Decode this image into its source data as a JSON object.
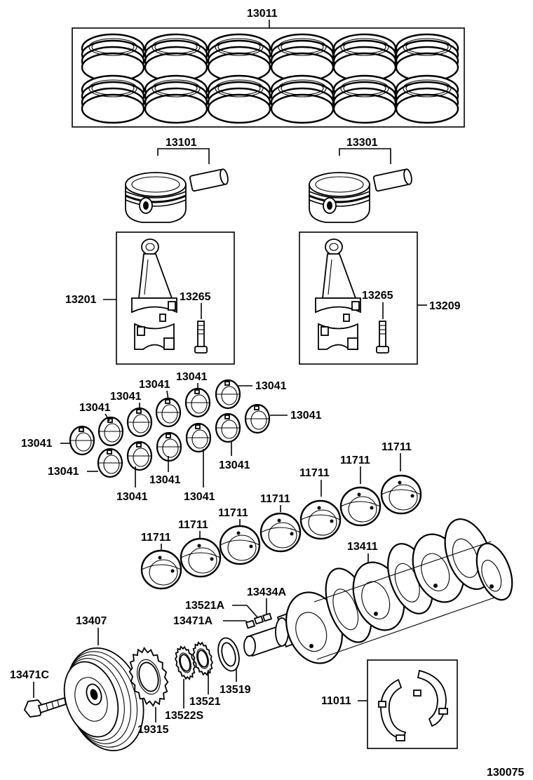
{
  "labels": {
    "piston_ring_set": "13011",
    "piston_left": "13101",
    "piston_right": "13301",
    "conrod_left": "13201",
    "conrod_right": "13209",
    "conrod_bolt_left": "13265",
    "conrod_bolt_right": "13265",
    "conrod_bearing": "13041",
    "main_bearing": "11711",
    "crankshaft": "13411",
    "key_a": "13434A",
    "key_b": "13521A",
    "key_c": "13471A",
    "pulley": "13407",
    "pulley_bolt": "13471C",
    "timing_gear": "19315",
    "gear_b": "13522S",
    "gear_c": "13521",
    "oil_slinger": "13519",
    "thrust_washer": "11011",
    "diagram_id": "130075"
  }
}
